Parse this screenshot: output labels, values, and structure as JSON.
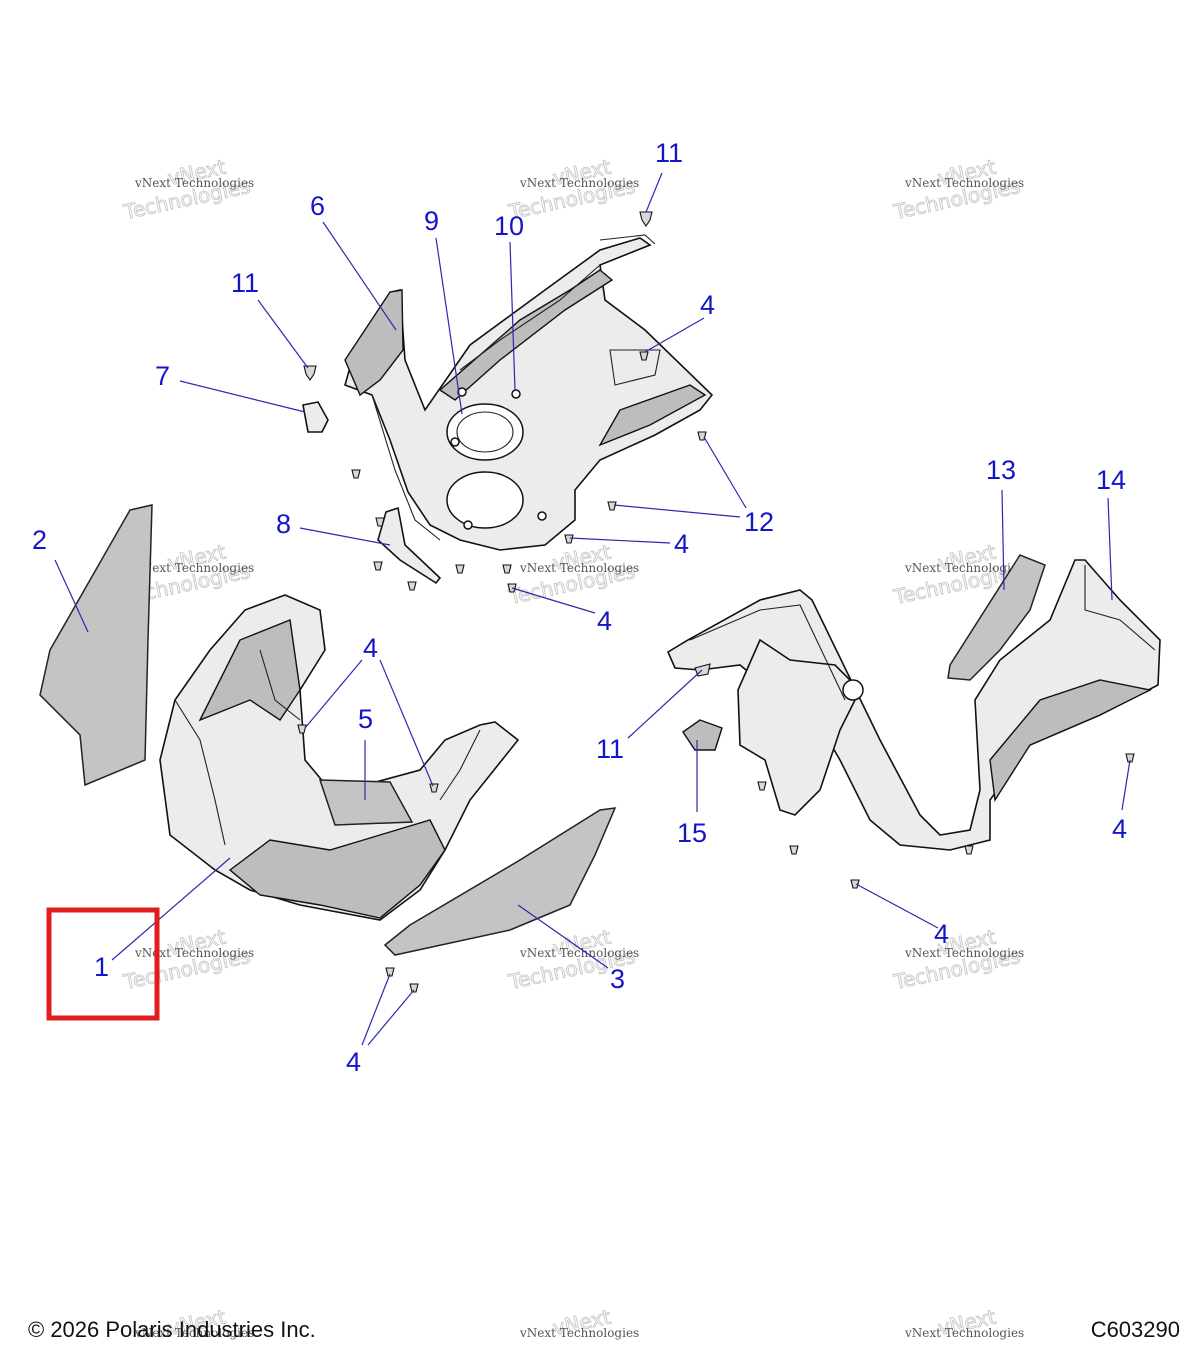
{
  "callouts": {
    "c1": "1",
    "c2": "2",
    "c3": "3",
    "c4a": "4",
    "c4b": "4",
    "c4c": "4",
    "c4d": "4",
    "c4e": "4",
    "c4f": "4",
    "c4g": "4",
    "c5": "5",
    "c6": "6",
    "c7": "7",
    "c8": "8",
    "c9": "9",
    "c10": "10",
    "c11a": "11",
    "c11b": "11",
    "c11c": "11",
    "c12": "12",
    "c13": "13",
    "c14": "14",
    "c15": "15"
  },
  "watermark": {
    "line1": "vNext Technologies",
    "line2": "vNext",
    "line3": "Technologies"
  },
  "footer": {
    "copyright": "© 2026 Polaris Industries Inc.",
    "diagram_code": "C603290"
  },
  "colors": {
    "callout_text": "#1515c8",
    "highlight_box": "#e01e1e",
    "part_fill": "#ececec",
    "panel_fill": "#c4c4c4"
  }
}
